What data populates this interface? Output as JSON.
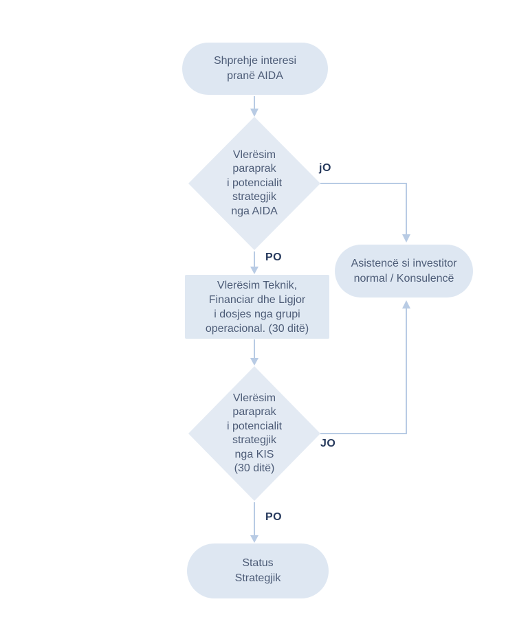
{
  "flowchart": {
    "title": "AIDA strategic investor assessment flowchart",
    "background_color": "#ffffff",
    "colors": {
      "pill_fill": "#dee7f2",
      "diamond_fill": "#e3eaf3",
      "process_fill": "#dfe8f2",
      "connector_line": "#b8cbe4",
      "node_text": "#4d5c77",
      "edge_label_text": "#26395c"
    },
    "nodes": {
      "start": {
        "shape": "rounded-pill",
        "lines": [
          "Shprehje interesi",
          "pranë AIDA"
        ]
      },
      "decision_aida": {
        "shape": "diamond",
        "lines": [
          "Vlerësim",
          "paraprak",
          "i potencialit",
          "strategjik",
          "nga AIDA"
        ]
      },
      "assist": {
        "shape": "rounded-pill",
        "lines": [
          "Asistencë si investitor",
          "normal / Konsulencë"
        ]
      },
      "process": {
        "shape": "rectangle",
        "lines": [
          "Vlerësim Teknik,",
          "Financiar dhe Ligjor",
          "i dosjes nga grupi",
          "operacional. (30 ditë)"
        ]
      },
      "decision_kis": {
        "shape": "diamond",
        "lines": [
          "Vlerësim",
          "paraprak",
          "i potencialit",
          "strategjik",
          "nga KIS",
          "(30 ditë)"
        ]
      },
      "end": {
        "shape": "rounded-pill",
        "lines": [
          "Status",
          "Strategjik"
        ]
      }
    },
    "edge_labels": {
      "aida_no": "jO",
      "aida_po": "PO",
      "kis_no": "JO",
      "kis_po": "PO"
    }
  }
}
